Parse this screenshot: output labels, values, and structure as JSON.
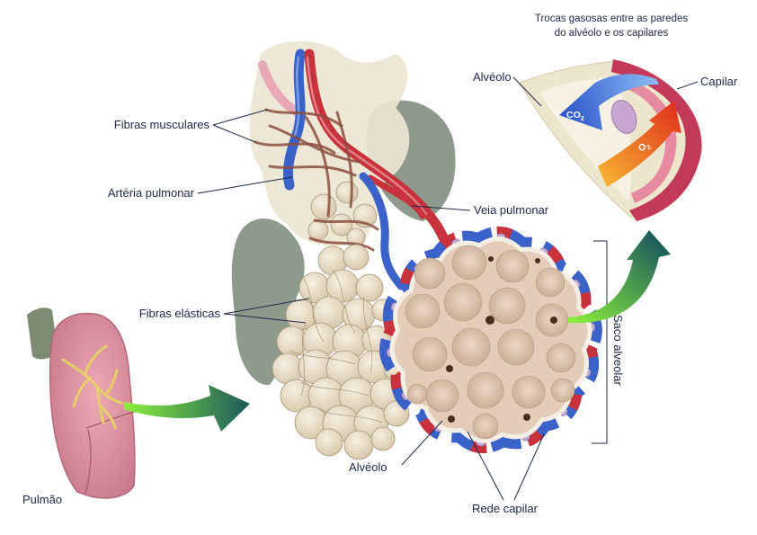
{
  "title": {
    "line1": "Trocas gasosas entre as paredes",
    "line2": "do alvéolo e os capilares"
  },
  "labels": {
    "inset_alveolo": "Alvéolo",
    "inset_capilar": "Capilar",
    "fibras_musculares": "Fibras musculares",
    "arteria_pulmonar": "Artéria pulmonar",
    "veia_pulmonar": "Veia pulmonar",
    "fibras_elasticas": "Fibras elásticas",
    "saco_alveolar": "Saco alveolar",
    "pulmao": "Pulmão",
    "alveolo": "Alvéolo",
    "rede_capilar": "Rede capilar"
  },
  "gases": {
    "co2": {
      "symbol": "CO",
      "subscript": "2"
    },
    "o2": {
      "symbol": "O",
      "subscript": "2"
    }
  },
  "colors": {
    "label_text": "#1c2848",
    "artery": "#c8323c",
    "vein": "#3a62c8",
    "flow_arrow_start": "#8cf03c",
    "flow_arrow_end": "#1c5a5c",
    "co2_arrow": "#2a52c8",
    "o2_arrow": "#e0321c"
  }
}
